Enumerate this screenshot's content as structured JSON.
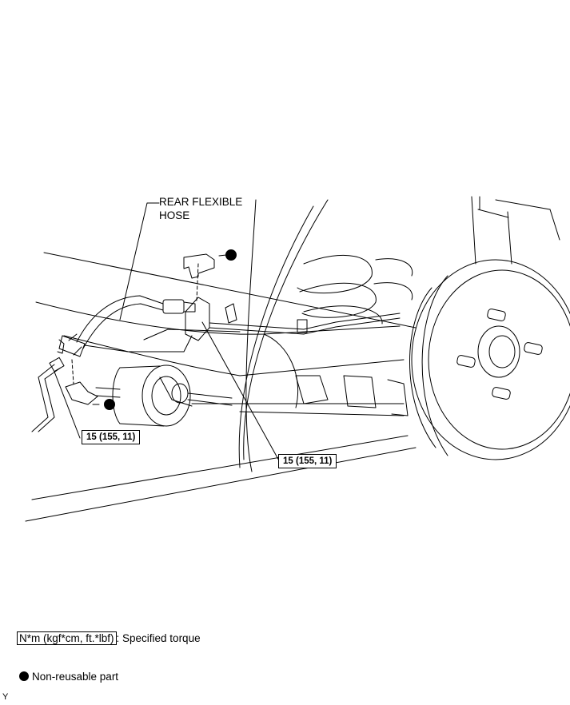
{
  "callouts": {
    "rear_flexible_hose_line1": "REAR FLEXIBLE",
    "rear_flexible_hose_line2": "HOSE",
    "torque_left": "15 (155, 11)",
    "torque_right": "15 (155, 11)"
  },
  "legend": {
    "torque_unit": "N*m (kgf*cm, ft.*lbf)",
    "torque_desc": ": Specified torque",
    "nonreusable_desc": "Non-reusable part"
  },
  "corner_code": "Y",
  "colors": {
    "ink": "#000000",
    "paper": "#ffffff"
  }
}
